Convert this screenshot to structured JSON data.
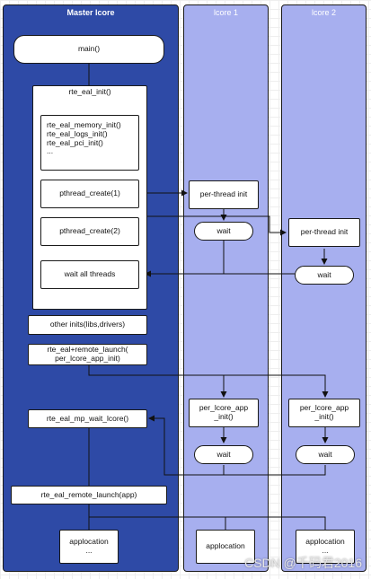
{
  "lanes": {
    "master": "Master lcore",
    "lcore1": "lcore 1",
    "lcore2": "lcore 2"
  },
  "master": {
    "main": "main()",
    "eal_init": "rte_eal_init()",
    "init_list": [
      "rte_eal_memory_init()",
      "rte_eal_logs_init()",
      "rte_eal_pci_init()",
      "..."
    ],
    "pthread_create_1": "pthread_create(1)",
    "pthread_create_2": "pthread_create(2)",
    "wait_all": "wait all threads",
    "other_inits": "other inits(libs,drivers)",
    "remote_launch_line1": "rte_eal+remote_launch(",
    "remote_launch_line2": "per_lcore_app_init)",
    "mp_wait": "rte_eal_mp_wait_lcore()",
    "remote_launch_app": "rte_eal_remote_launch(app)",
    "app_line1": "applocation",
    "app_line2": "..."
  },
  "lcore1": {
    "per_thread_init": "per-thread init",
    "wait_1": "wait",
    "app_init_line1": "per_lcore_app",
    "app_init_line2": "_init()",
    "wait_2": "wait",
    "app": "applocation"
  },
  "lcore2": {
    "per_thread_init": "per-thread init",
    "wait_1": "wait",
    "app_init_line1": "per_lcore_app",
    "app_init_line2": "_init()",
    "wait_2": "wait",
    "app_line1": "applocation",
    "app_line2": "..."
  },
  "watermark": "CSDN @千码君2016"
}
